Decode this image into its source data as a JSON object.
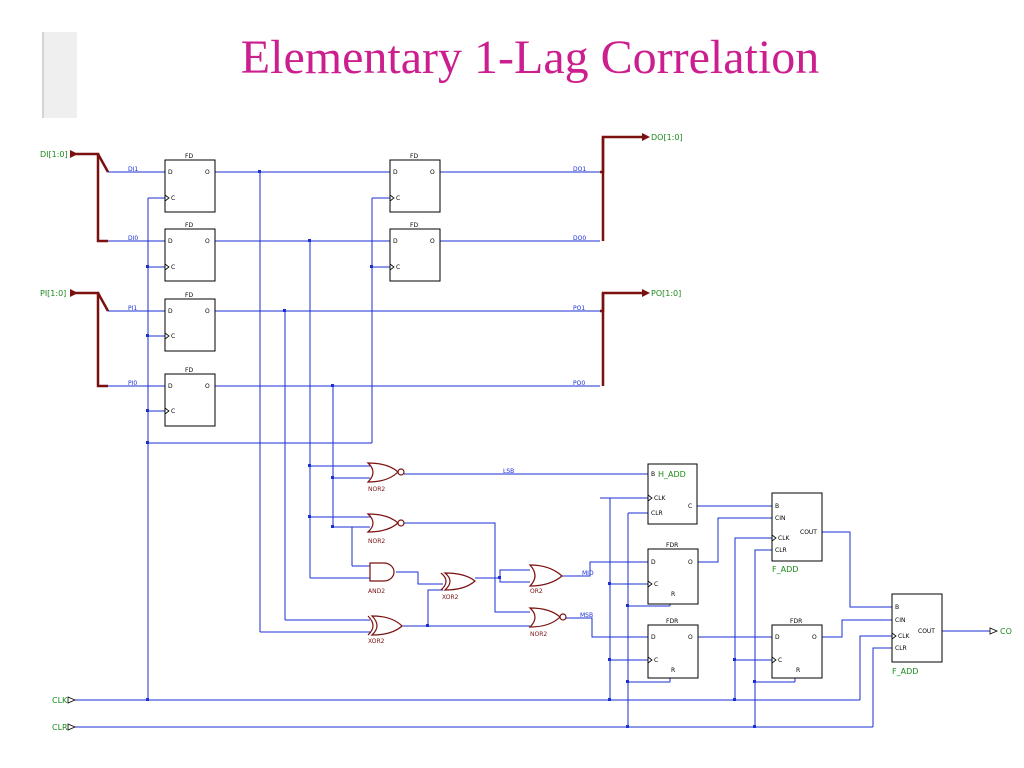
{
  "title": "Elementary 1-Lag Correlation",
  "colors": {
    "title": "#cc1f8f",
    "wire": "#1b2fd6",
    "bus": "#7a1010",
    "gate": "#7a1010",
    "port": "#1a8a1a"
  },
  "ports": {
    "di": "DI[1:0]",
    "pi": "PI[1:0]",
    "do": "DO[1:0]",
    "po": "PO[1:0]",
    "clk": "CLK",
    "clr": "CLR",
    "co": "CO"
  },
  "signals": {
    "di1": "DI1",
    "di0": "DI0",
    "pi1": "PI1",
    "pi0": "PI0",
    "do1": "DO1",
    "do0": "DO0",
    "po1": "PO1",
    "po0": "PO0",
    "lsb": "LSB",
    "mid": "MID",
    "msb": "MSB"
  },
  "components": {
    "fd": "FD",
    "fdr": "FDR",
    "h_add": "H_ADD",
    "f_add": "F_ADD",
    "nor2": "NOR2",
    "and2": "AND2",
    "xor2": "XOR2",
    "or2": "OR2"
  },
  "pins": {
    "d": "D",
    "c": "C",
    "o": "O",
    "r": "R",
    "b": "B",
    "clk": "CLK",
    "clr": "CLR",
    "cin": "CIN",
    "cout": "COUT"
  }
}
